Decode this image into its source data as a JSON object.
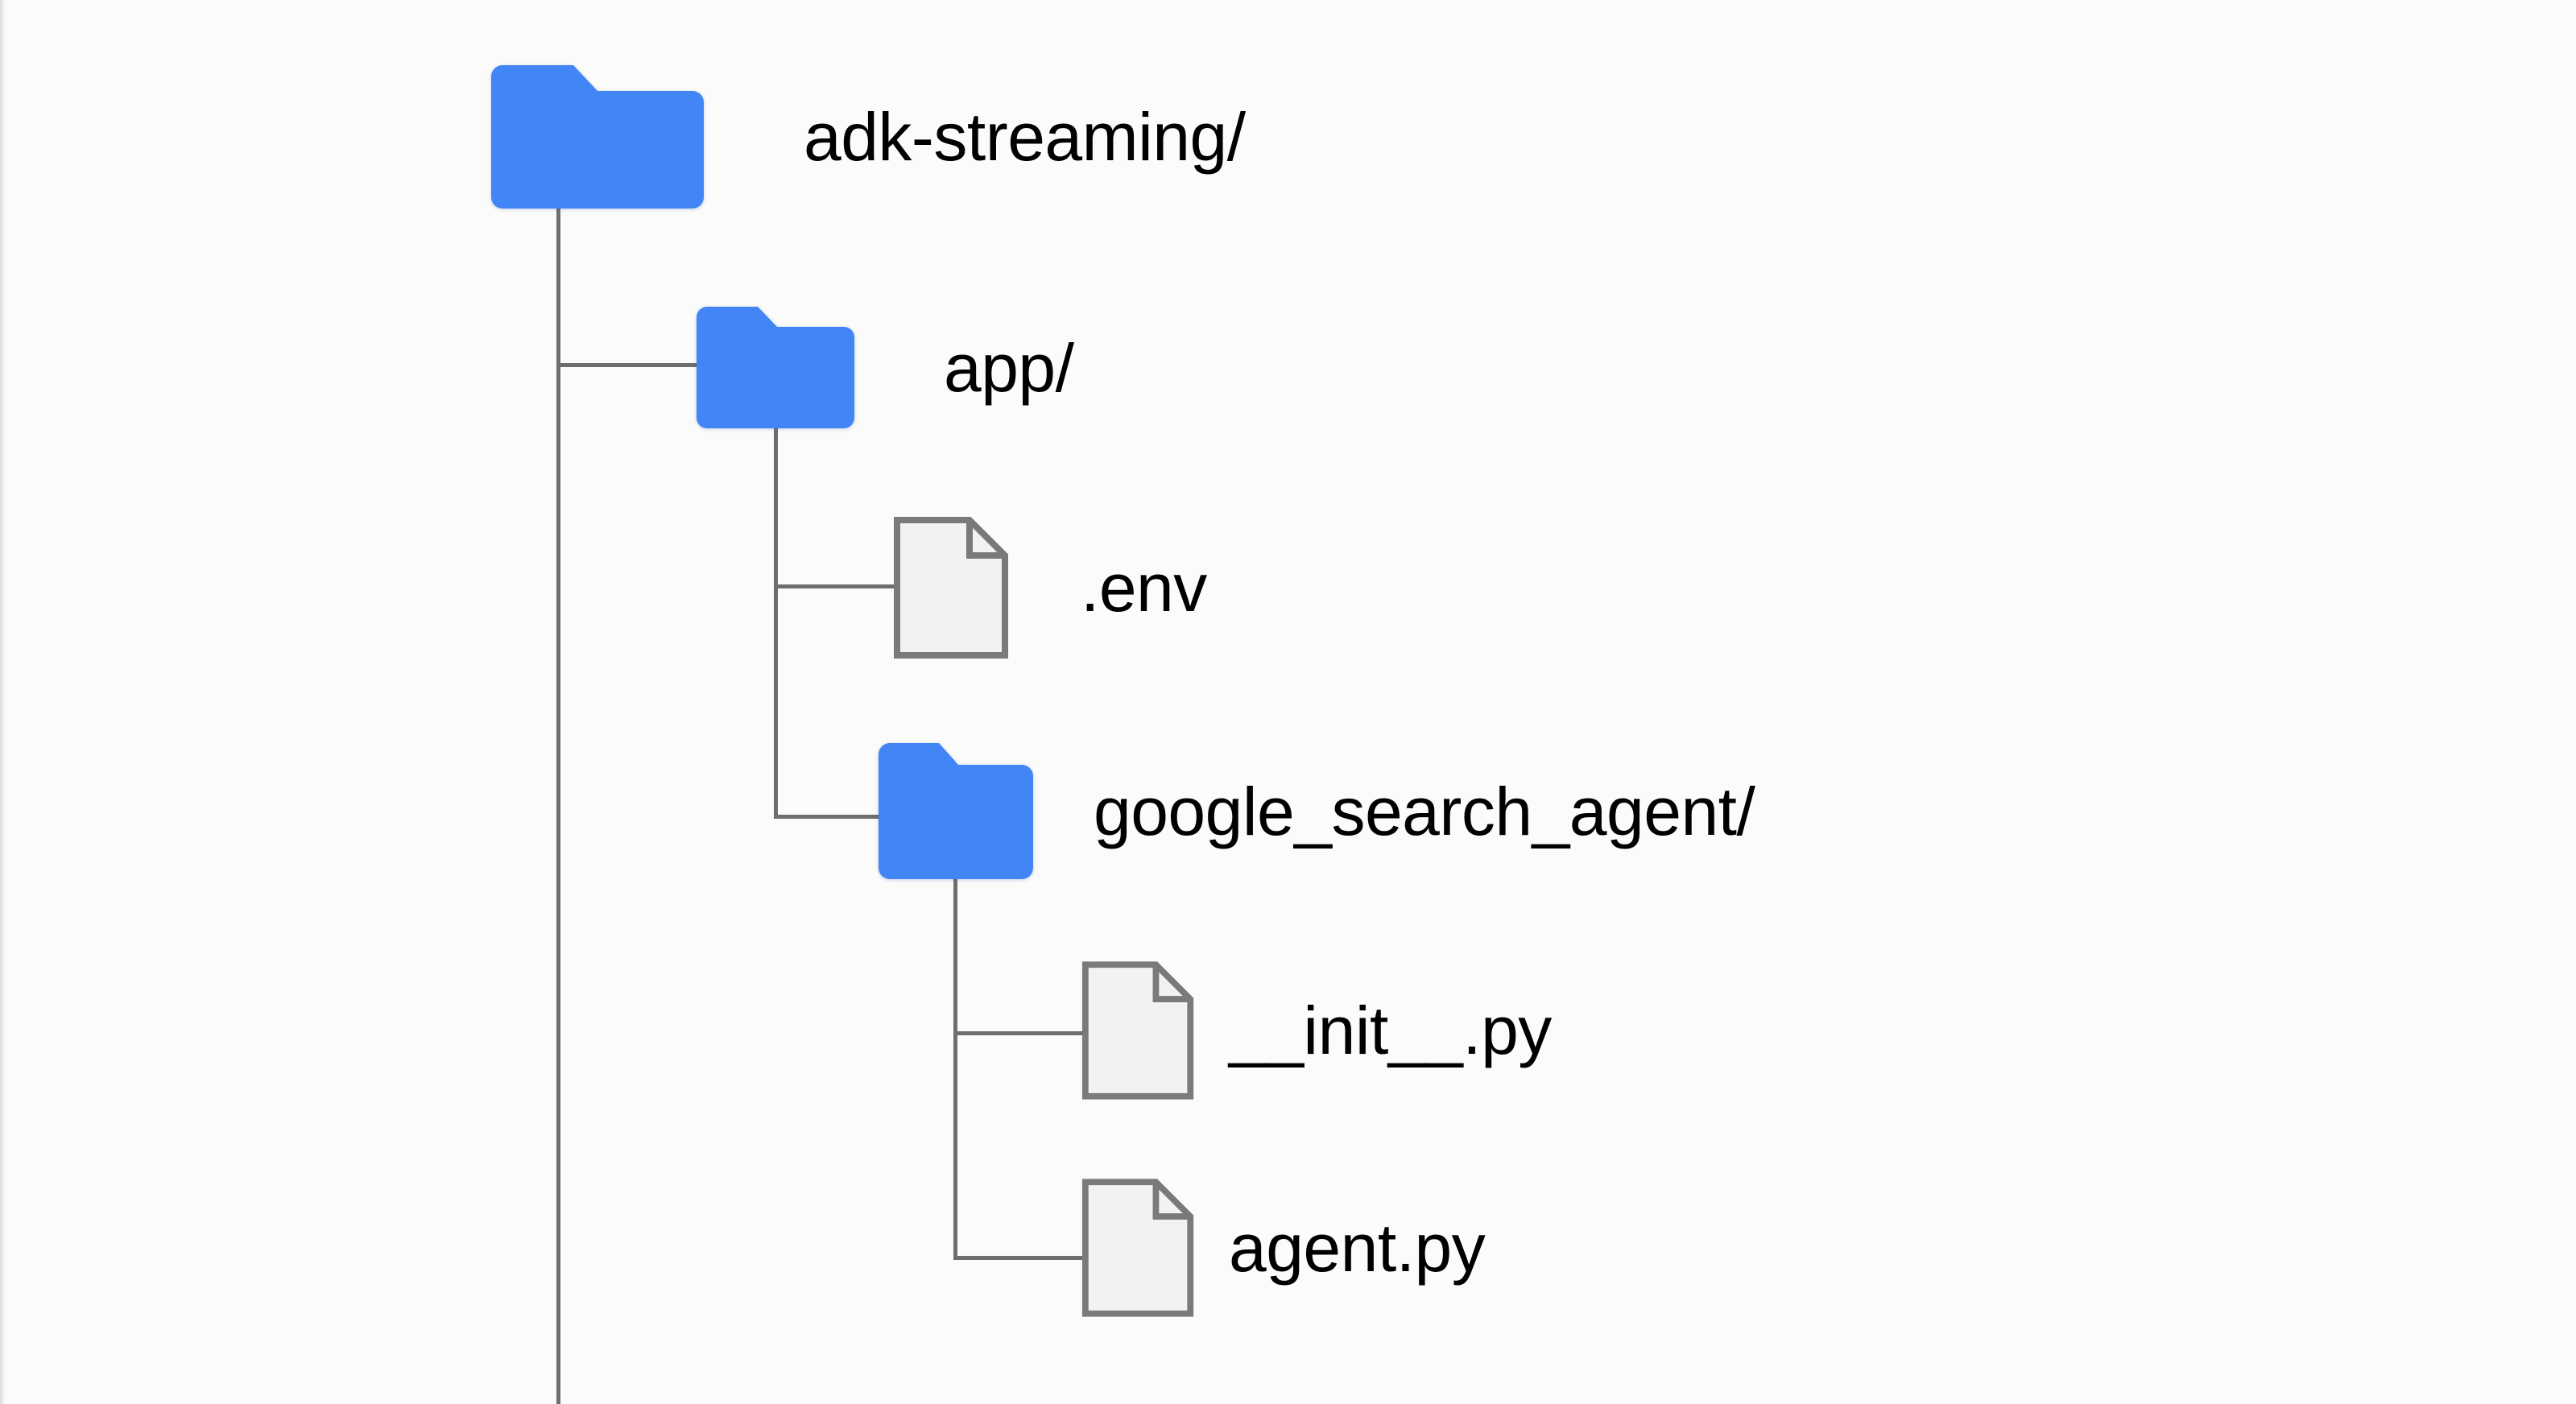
{
  "diagram": {
    "type": "directory-tree",
    "title": "adk-streaming project structure",
    "background_color": "#fbfbfa",
    "folder_color": "#4285f4",
    "file_fill_color": "#f2f2f2",
    "file_stroke_color": "#7a7a7a",
    "line_color": "#6e6e6e",
    "text_color": "#000000"
  },
  "tree": {
    "root": {
      "icon": "folder-icon",
      "label": "adk-streaming/",
      "depth": 0
    },
    "nodes": [
      {
        "icon": "folder-icon",
        "label": "app/",
        "depth": 1
      },
      {
        "icon": "file-icon",
        "label": ".env",
        "depth": 2
      },
      {
        "icon": "folder-icon",
        "label": "google_search_agent/",
        "depth": 2
      },
      {
        "icon": "file-icon",
        "label": "__init__.py",
        "depth": 3
      },
      {
        "icon": "file-icon",
        "label": "agent.py",
        "depth": 3
      }
    ]
  }
}
